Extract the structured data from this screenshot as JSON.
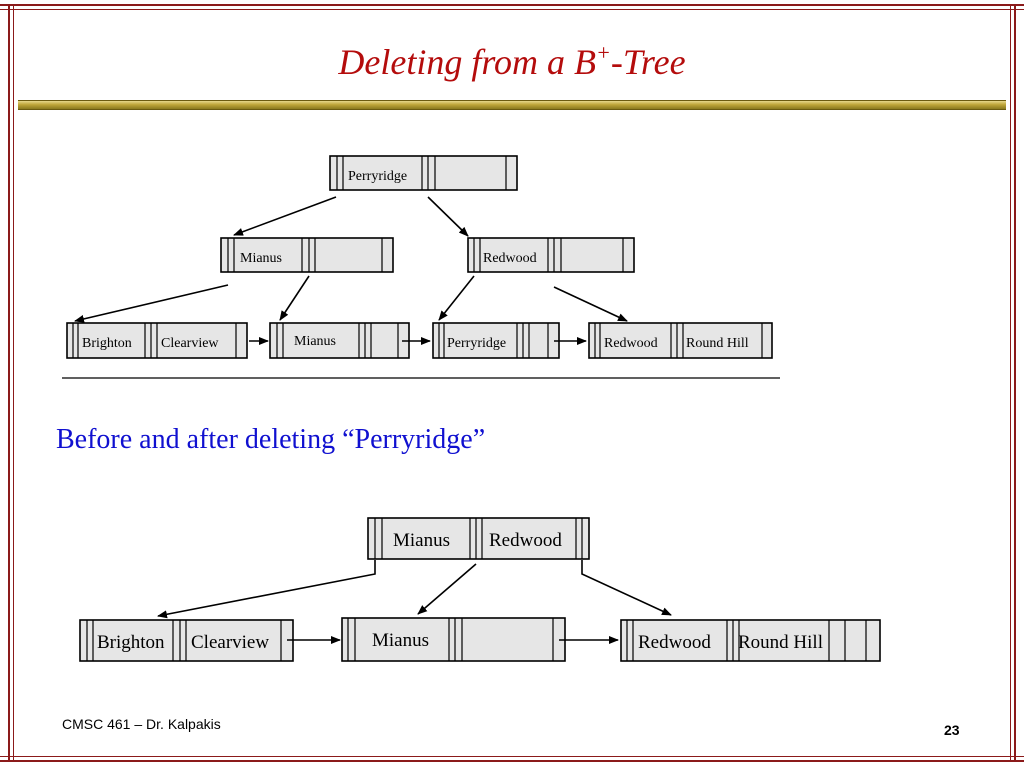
{
  "slide": {
    "title_main": "Deleting from a B",
    "title_sup": "+",
    "title_suffix": "-Tree",
    "caption": "Before and after deleting “Perryridge”",
    "footer_left": "CMSC 461 – Dr. Kalpakis",
    "page_number": "23"
  },
  "colors": {
    "title": "#b40c0c",
    "caption": "#1010d0",
    "frame": "#8b1a1a",
    "node_fill": "#e6e6e6"
  },
  "before_tree": {
    "root": {
      "keys": [
        "Perryridge"
      ]
    },
    "internal_left": {
      "keys": [
        "Mianus"
      ]
    },
    "internal_right": {
      "keys": [
        "Redwood"
      ]
    },
    "leaves": [
      {
        "keys": [
          "Brighton",
          "Clearview"
        ]
      },
      {
        "keys": [
          "Mianus"
        ]
      },
      {
        "keys": [
          "Perryridge"
        ]
      },
      {
        "keys": [
          "Redwood",
          "Round Hill"
        ]
      }
    ]
  },
  "after_tree": {
    "root": {
      "keys": [
        "Mianus",
        "Redwood"
      ]
    },
    "leaves": [
      {
        "keys": [
          "Brighton",
          "Clearview"
        ]
      },
      {
        "keys": [
          "Mianus"
        ]
      },
      {
        "keys": [
          "Redwood",
          "Round Hill"
        ]
      }
    ]
  }
}
